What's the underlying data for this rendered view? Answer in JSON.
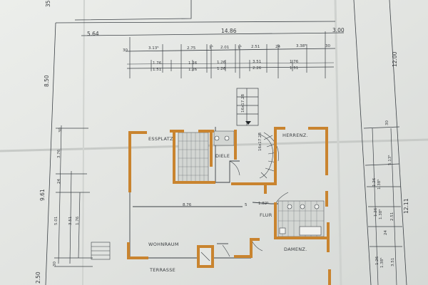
{
  "sheet": {
    "paper_color": "#e4e6e3",
    "line_color": "#3b4045",
    "wall_color": "#c9842f",
    "corner_label": "35"
  },
  "dimensions": {
    "top_left_width": "5.64",
    "top_total_width": "14.86",
    "top_right_offset": "3.00",
    "row_a": [
      "30",
      "3.13⁵",
      "2.75",
      "1⁵",
      "2.01",
      "1⁵",
      "2.51",
      "24",
      "3.38⁵",
      "30"
    ],
    "row_b_upper": [
      "1.76",
      "1.26",
      "1.26",
      "3.51",
      "1.76"
    ],
    "row_b_lower": [
      "1.51",
      "1.26",
      "1.26",
      "2.26",
      "1.51"
    ],
    "left_upper": "8.50",
    "left_lower": "9.61",
    "left_bottom": "2.50",
    "left_inner": [
      "3.76",
      "24",
      "5.01",
      "3.51",
      "1.76"
    ],
    "left_small": [
      "30",
      "30"
    ],
    "right_outer_upper": "12.00",
    "right_outer_lower": "12.11",
    "right_inner": [
      "30",
      "5.13⁵",
      "1.26",
      "1.38⁵",
      "1.26",
      "1.38⁵",
      "2.51",
      "24",
      "1.26",
      "1.38⁵",
      "3.51"
    ],
    "interior_width": "8.76",
    "interior_small": "5",
    "interior_flur": "1.82⁵",
    "stair_label": "16x17.28"
  },
  "rooms": {
    "essplatz": "ESSPLATZ",
    "diele": "DIELE",
    "herrenz": "HERRENZ.",
    "flur": "FLUR",
    "wohnraum": "WOHNRAUM",
    "terrasse": "TERRASSE",
    "damenz": "DAMENZ."
  }
}
